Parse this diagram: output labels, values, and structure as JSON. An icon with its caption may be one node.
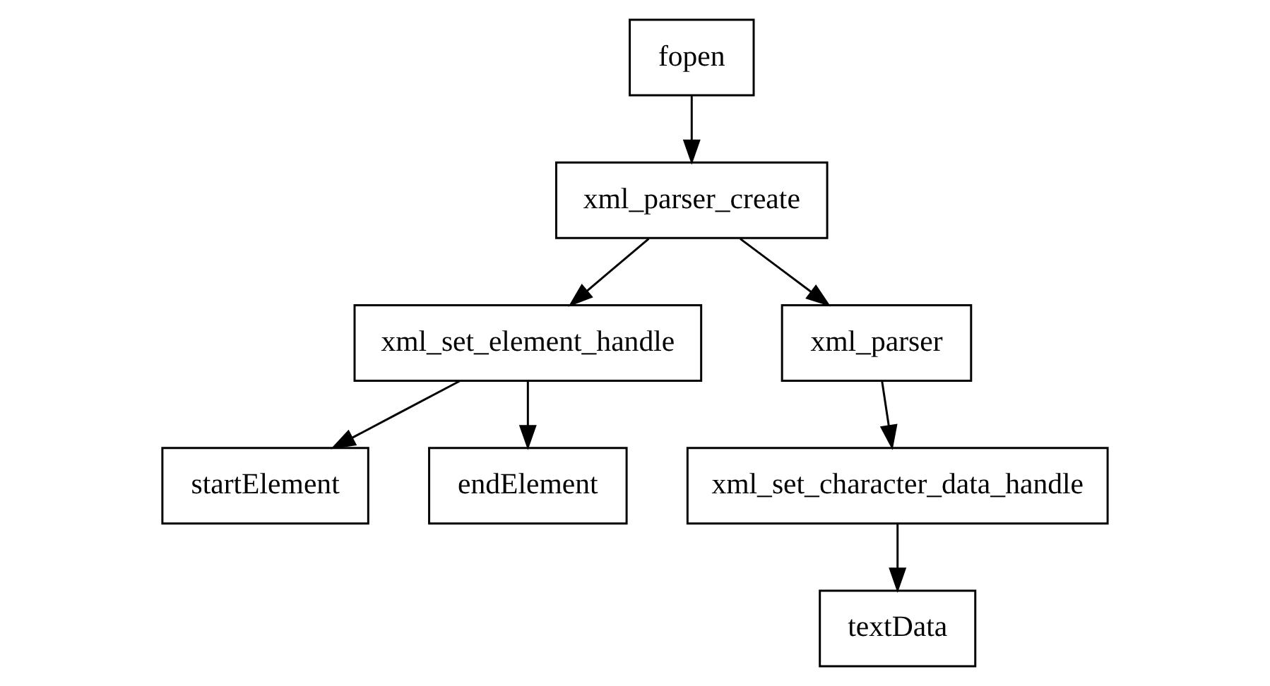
{
  "diagram": {
    "nodes": [
      {
        "text": [
          "fopen"
        ]
      },
      {
        "text": [
          "xml_parser_create"
        ]
      },
      {
        "text": [
          "xml_set_element_handle"
        ]
      },
      {
        "text": [
          "xml_parser"
        ]
      },
      {
        "text": [
          "startElement"
        ]
      },
      {
        "text": [
          "endElement"
        ]
      },
      {
        "text": [
          "xml_set_character_data_handle"
        ]
      },
      {
        "text": [
          "textData"
        ]
      }
    ],
    "edges": [
      {
        "from": 0,
        "to": 1,
        "arrow": "to"
      },
      {
        "from": 1,
        "to": 2,
        "arrow": "to"
      },
      {
        "from": 1,
        "to": 3,
        "arrow": "to"
      },
      {
        "from": 2,
        "to": 4,
        "arrow": "to"
      },
      {
        "from": 2,
        "to": 5,
        "arrow": "to"
      },
      {
        "from": 3,
        "to": 6,
        "arrow": "to"
      },
      {
        "from": 6,
        "to": 7,
        "arrow": "to"
      }
    ]
  }
}
